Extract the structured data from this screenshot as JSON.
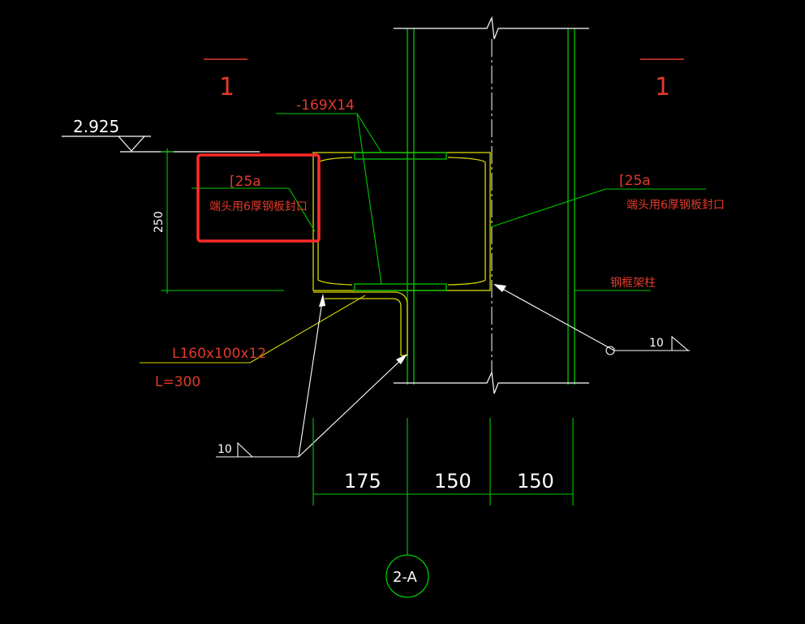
{
  "drawing": {
    "elevation": "2.925",
    "section_marks": {
      "left": "1",
      "right": "1"
    },
    "plate_label": "-169X14",
    "channel_left": {
      "size": "[25a",
      "note": "端头用6厚钢板封口"
    },
    "channel_right": {
      "size": "[25a",
      "note": "端头用6厚钢板封口"
    },
    "column_label": "钢框架柱",
    "angle_label": {
      "size": "L160x100x12",
      "length": "L=300"
    },
    "weld_left": "10",
    "weld_right": "10",
    "height_dim": "250",
    "dims": [
      "175",
      "150",
      "150"
    ],
    "grid_axis": "2-A"
  },
  "colors": {
    "background": "#000000",
    "green": "#00c800",
    "yellow": "#d8d800",
    "white": "#ffffff",
    "red": "#e23a2a",
    "highlight": "#ff2a2a"
  }
}
